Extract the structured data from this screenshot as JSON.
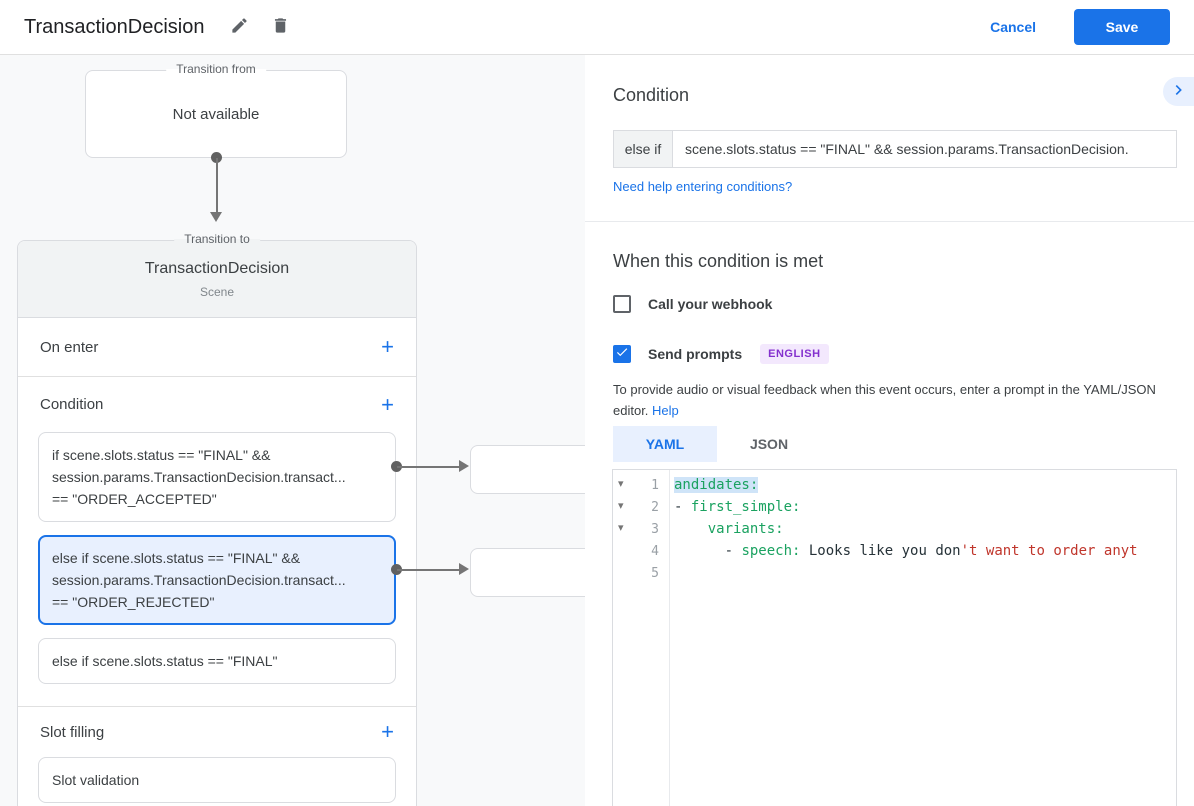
{
  "icons": {
    "add": "+",
    "fold": "▾"
  },
  "header": {
    "title": "TransactionDecision",
    "cancel": "Cancel",
    "save": "Save"
  },
  "canvas": {
    "from_box": {
      "legend": "Transition from",
      "text": "Not available"
    },
    "to_box": {
      "legend": "Transition to",
      "title": "TransactionDecision",
      "subtitle": "Scene"
    },
    "on_enter": {
      "label": "On enter"
    },
    "condition": {
      "label": "Condition",
      "cards": [
        {
          "selected": false,
          "lines": [
            "if scene.slots.status == \"FINAL\" &&",
            "session.params.TransactionDecision.transact...",
            "== \"ORDER_ACCEPTED\""
          ]
        },
        {
          "selected": true,
          "lines": [
            "else if scene.slots.status == \"FINAL\" &&",
            "session.params.TransactionDecision.transact...",
            "== \"ORDER_REJECTED\""
          ]
        },
        {
          "selected": false,
          "lines": [
            "else if scene.slots.status == \"FINAL\""
          ]
        }
      ]
    },
    "slot_filling": {
      "label": "Slot filling",
      "cards": [
        {
          "label": "Slot validation"
        }
      ]
    }
  },
  "panel": {
    "title": "Condition",
    "condition_editor": {
      "prefix": "else if",
      "value": "scene.slots.status == \"FINAL\" && session.params.TransactionDecision."
    },
    "help_link": "Need help entering conditions?",
    "when_met": {
      "title": "When this condition is met",
      "webhook_label": "Call your webhook",
      "webhook_checked": false,
      "prompts_label": "Send prompts",
      "prompts_checked": true,
      "language_badge": "ENGLISH",
      "description": "To provide audio or visual feedback when this event occurs, enter a prompt in the YAML/JSON editor.",
      "description_link": "Help"
    },
    "tabs": {
      "yaml": "YAML",
      "json": "JSON",
      "active": "YAML"
    },
    "editor": {
      "lines": [
        {
          "n": "1",
          "segments": [
            {
              "t": "andidates:",
              "c": "key",
              "highlighted": true
            }
          ]
        },
        {
          "n": "2",
          "segments": [
            {
              "t": "- ",
              "c": "plain"
            },
            {
              "t": "first_simple:",
              "c": "key"
            }
          ]
        },
        {
          "n": "3",
          "segments": [
            {
              "t": "    ",
              "c": "plain"
            },
            {
              "t": "variants:",
              "c": "key"
            }
          ]
        },
        {
          "n": "4",
          "segments": [
            {
              "t": "      - ",
              "c": "plain"
            },
            {
              "t": "speech:",
              "c": "key"
            },
            {
              "t": " Looks like you don",
              "c": "plain"
            },
            {
              "t": "'t want to order anyt",
              "c": "string"
            }
          ]
        },
        {
          "n": "5",
          "segments": []
        }
      ]
    }
  },
  "colors": {
    "accent": "#1a73e8",
    "canvas_bg": "#f8f9fa",
    "selected_card_bg": "#e8f0fe",
    "badge_bg": "#f3e8fd",
    "badge_text": "#8430ce",
    "code_key": "#1aa260",
    "code_string": "#c0362c"
  }
}
